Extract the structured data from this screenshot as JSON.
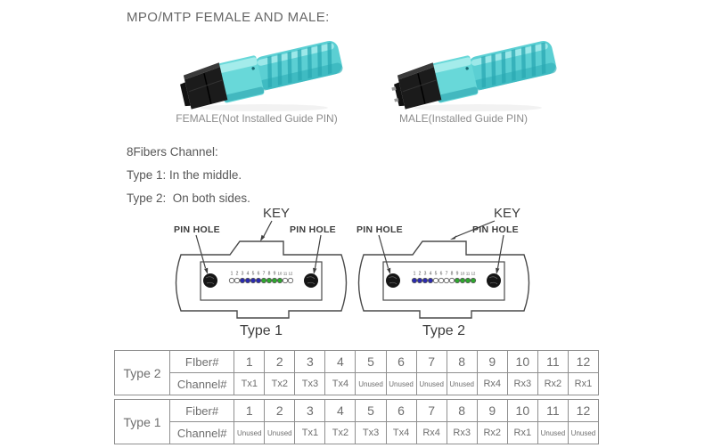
{
  "title": "MPO/MTP FEMALE AND MALE:",
  "connectors": {
    "female_label": "FEMALE(Not Installed Guide PIN)",
    "male_label": "MALE(Installed Guide PIN)",
    "body_color": "#5bcfd3",
    "ferrule_color": "#1b1b1b"
  },
  "notes": {
    "heading": "8Fibers Channel:",
    "line1": "Type 1: In the middle.",
    "line2": "Type 2:  On both sides."
  },
  "diagrams": {
    "key_label": "KEY",
    "pin_hole_label": "PIN HOLE",
    "fiber_numbers": [
      "1",
      "2",
      "3",
      "4",
      "5",
      "6",
      "7",
      "8",
      "9",
      "10",
      "11",
      "12"
    ],
    "dot_colors": {
      "tx": "#2b2bb0",
      "rx": "#2ea82e",
      "unused": "#ffffff"
    },
    "type1": {
      "label": "Type 1",
      "dots": [
        "unused",
        "unused",
        "tx",
        "tx",
        "tx",
        "tx",
        "rx",
        "rx",
        "rx",
        "rx",
        "unused",
        "unused"
      ]
    },
    "type2": {
      "label": "Type 2",
      "dots": [
        "tx",
        "tx",
        "tx",
        "tx",
        "unused",
        "unused",
        "unused",
        "unused",
        "rx",
        "rx",
        "rx",
        "rx"
      ]
    }
  },
  "table": {
    "sections": [
      {
        "type_label": "Type 2",
        "fiber_header": "FIber#",
        "channel_header": "Channel#",
        "fibers": [
          "1",
          "2",
          "3",
          "4",
          "5",
          "6",
          "7",
          "8",
          "9",
          "10",
          "11",
          "12"
        ],
        "channels": [
          "Tx1",
          "Tx2",
          "Tx3",
          "Tx4",
          "Unused",
          "Unused",
          "Unused",
          "Unused",
          "Rx4",
          "Rx3",
          "Rx2",
          "Rx1"
        ]
      },
      {
        "type_label": "Type 1",
        "fiber_header": "Fiber#",
        "channel_header": "Channel#",
        "fibers": [
          "1",
          "2",
          "3",
          "4",
          "5",
          "6",
          "7",
          "8",
          "9",
          "10",
          "11",
          "12"
        ],
        "channels": [
          "Unused",
          "Unused",
          "Tx1",
          "Tx2",
          "Tx3",
          "Tx4",
          "Rx4",
          "Rx3",
          "Rx2",
          "Rx1",
          "Unused",
          "Unused"
        ]
      }
    ]
  }
}
